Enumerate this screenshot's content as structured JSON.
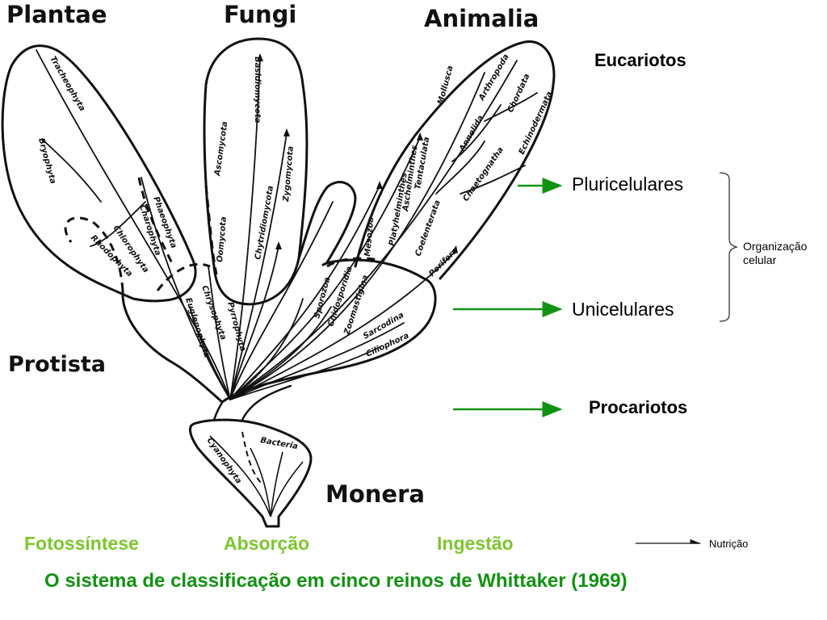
{
  "kingdoms": {
    "plantae": "Plantae",
    "fungi": "Fungi",
    "animalia": "Animalia",
    "protista": "Protista",
    "monera": "Monera"
  },
  "taxa": {
    "tracheophyta": "Tracheophyta",
    "bryophyta": "Bryophyta",
    "phaeophyta": "Phaeophyta",
    "charophyta": "Charophyta",
    "chlorophyta": "Chlorophyta",
    "rhodophyta": "Rhodophyta",
    "basidiomycota": "Basidiomycota",
    "ascomycota": "Ascomycota",
    "zygomycota": "Zygomycota",
    "chytridiomycota": "Chytridiomycota",
    "oomycota": "Oomycota",
    "chrysophyta": "Chrysophyta",
    "euglenophyta": "Euglenophyta",
    "pyrrophyta": "Pyrrophyta",
    "mollusca": "Mollusca",
    "arthropoda": "Arthropoda",
    "chordata": "Chordata",
    "echinodermata": "Echinodermata",
    "annelida": "Annelida",
    "chaetognatha": "Chaetognatha",
    "tentaculata": "Tentaculata",
    "aschelminthes": "Aschelminthes",
    "platyhelminthes": "Platyhelminthes",
    "coelenterata": "Coelenterata",
    "porifera": "Porifera",
    "mesozoa": "Mesozoa",
    "sarcodina": "Sarcodina",
    "ciliophora": "Ciliophora",
    "zoomastigina": "Zoomastigina",
    "cnidosporidia": "Cnidosporidia",
    "sporozoa": "Sporozoa",
    "bacteria": "Bacteria",
    "cyanophyta": "Cyanophyta"
  },
  "legend": {
    "eucariotos": "Eucariotos",
    "pluricelulares": "Pluricelulares",
    "unicelulares": "Unicelulares",
    "procariotos": "Procariotos",
    "organizacao": "Organização celular",
    "nutricao": "Nutrição"
  },
  "nutrition_modes": {
    "fotossintese": "Fotossíntese",
    "absorcao": "Absorção",
    "ingestao": "Ingestão"
  },
  "caption": "O sistema de classificação em cinco reinos de Whittaker (1969)",
  "colors": {
    "arrow_green": "#129212",
    "mode_text": "#7dc62e",
    "caption_text": "#129212",
    "ink": "#111111"
  }
}
